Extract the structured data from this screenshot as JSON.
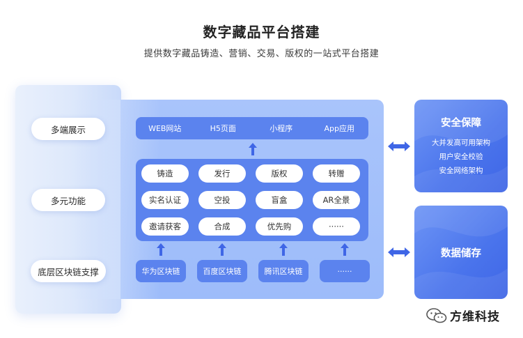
{
  "header": {
    "title": "数字藏品平台搭建",
    "subtitle": "提供数字藏品铸造、营销、交易、版权的一站式平台搭建"
  },
  "left_layers": [
    "多端展示",
    "多元功能",
    "底层区块链支撑"
  ],
  "top_bar": [
    "WEB网站",
    "H5页面",
    "小程序",
    "App应用"
  ],
  "functions": [
    [
      "铸造",
      "发行",
      "版权",
      "转赠"
    ],
    [
      "实名认证",
      "空投",
      "盲盒",
      "AR全景"
    ],
    [
      "邀请获客",
      "合成",
      "优先购",
      "······"
    ]
  ],
  "chains": [
    "华为区块链",
    "百度区块链",
    "腾讯区块链",
    "······"
  ],
  "security": {
    "title": "安全保障",
    "items": [
      "大并发高可用架构",
      "用户安全校验",
      "安全网络架构"
    ]
  },
  "storage": {
    "title": "数据储存"
  },
  "brand": {
    "name": "方维科技",
    "icon": "wechat-icon"
  },
  "colors": {
    "accent": "#5b83ee",
    "panel": "#a9c4fb",
    "right_box": "#4a74ec"
  }
}
